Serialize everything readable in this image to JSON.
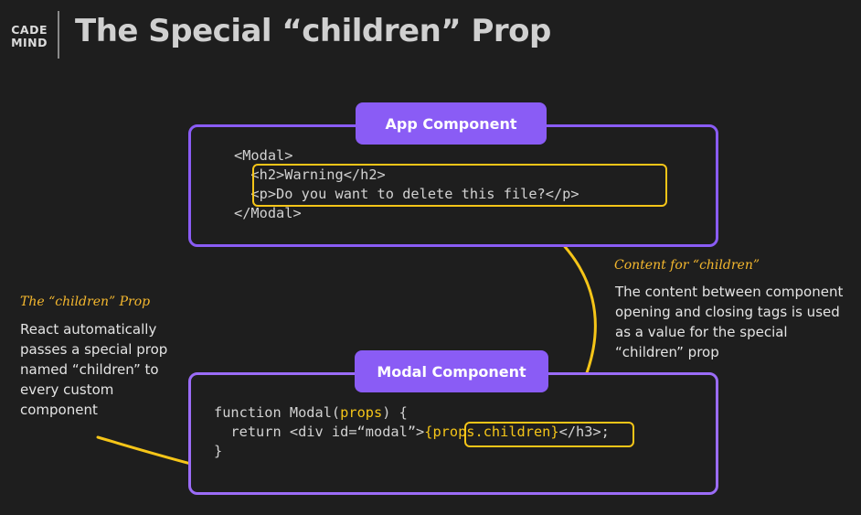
{
  "brand": {
    "line1": "CADE",
    "line2": "MIND"
  },
  "title": "The Special “children” Prop",
  "app_component": {
    "label": "App Component",
    "code": {
      "line1": "<Modal>",
      "line2": "  <h2>Warning</h2>",
      "line3": "  <p>Do you want to delete this file?</p>",
      "line4": "</Modal>"
    }
  },
  "modal_component": {
    "label": "Modal Component",
    "code": {
      "line1_pre": "function Modal(",
      "line1_param": "props",
      "line1_post": ") {",
      "line2_pre": "  return <div id=“modal”>",
      "line2_hl": "{props.children}",
      "line2_post": "</h3>;",
      "line3": "}"
    }
  },
  "right_note": {
    "title": "Content for “children”",
    "text": "The content between component opening and closing tags is used as a value for the special “children” prop"
  },
  "left_note": {
    "title": "The “children” Prop",
    "text": "React automatically passes a special prop named “children” to every custom component"
  },
  "colors": {
    "accent_purple": "#8a5cf5",
    "highlight_yellow": "#f5c518",
    "background": "#1e1e1e"
  }
}
